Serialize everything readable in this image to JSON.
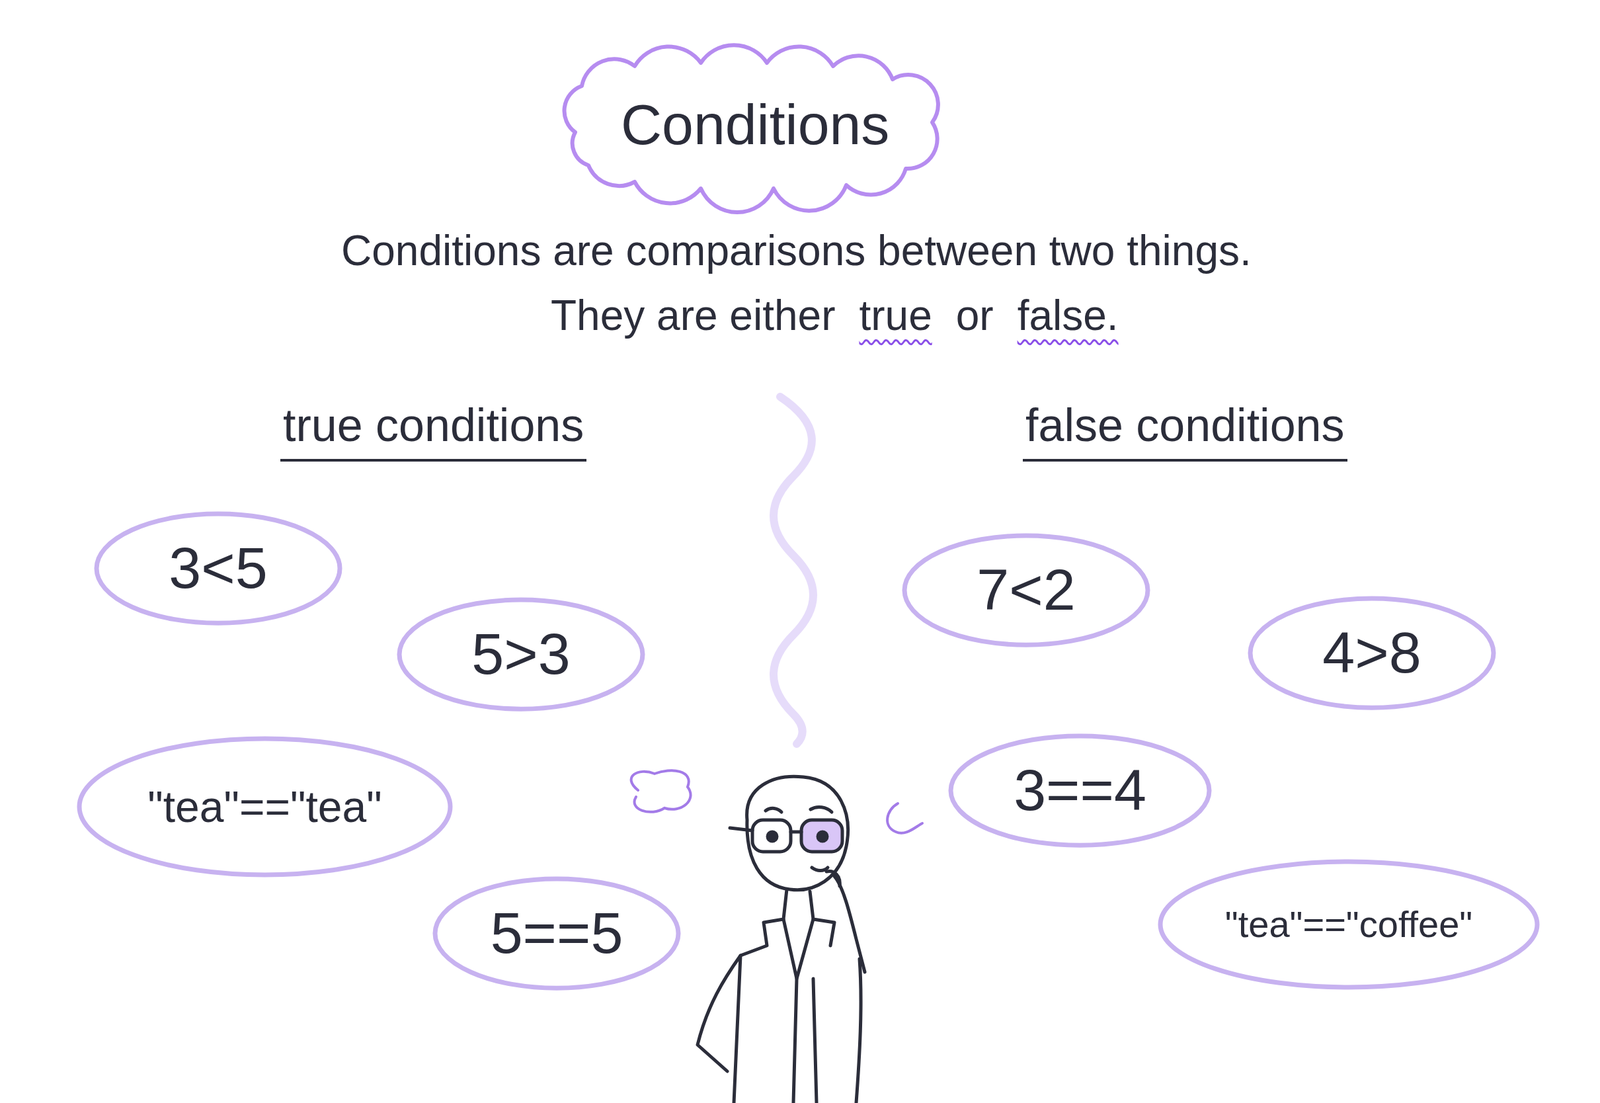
{
  "diagram": {
    "title": "Conditions",
    "nodes": [
      {
        "text": [
          "3<5"
        ]
      },
      {
        "text": [
          "5>3"
        ]
      },
      {
        "text": [
          "\"tea\"==\"tea\""
        ]
      },
      {
        "text": [
          "5==5"
        ]
      },
      {
        "text": [
          "7<2"
        ]
      },
      {
        "text": [
          "4>8"
        ]
      },
      {
        "text": [
          "3==4"
        ]
      },
      {
        "text": [
          "\"tea\"==\"coffee\""
        ]
      }
    ],
    "labels": [
      "Conditions are comparisons between two things.",
      "They are either",
      "true",
      "or",
      "false.",
      "true conditions",
      "false conditions"
    ]
  }
}
